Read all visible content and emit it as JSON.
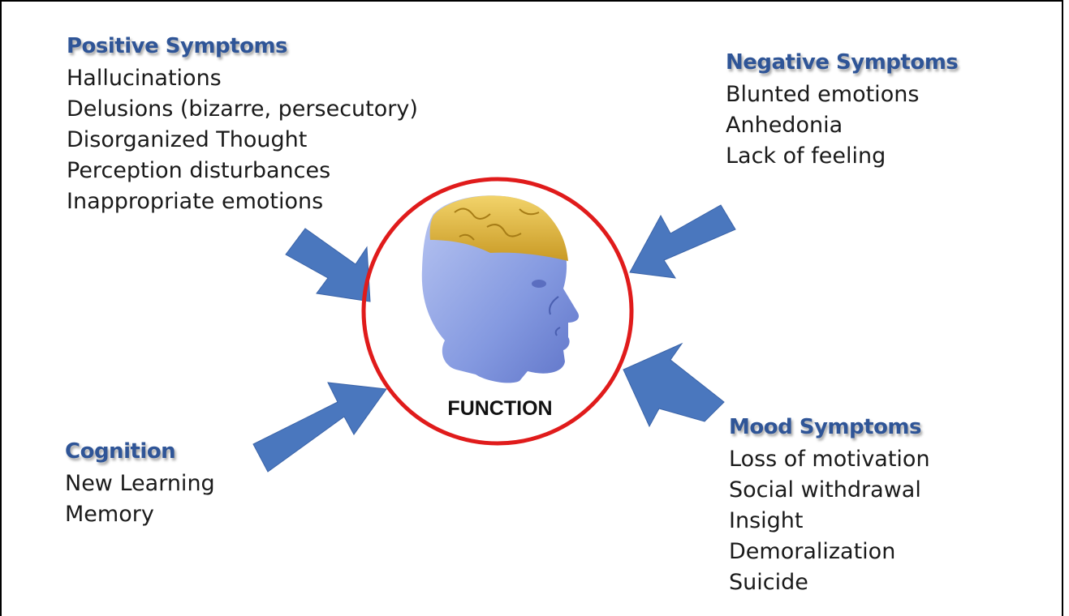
{
  "groups": {
    "positive": {
      "title": "Positive Symptoms",
      "items": [
        "Hallucinations",
        "Delusions (bizarre, persecutory)",
        "Disorganized Thought",
        "Perception disturbances",
        "Inappropriate emotions"
      ]
    },
    "negative": {
      "title": "Negative Symptoms",
      "items": [
        "Blunted emotions",
        "Anhedonia",
        "Lack of feeling"
      ]
    },
    "cognition": {
      "title": "Cognition",
      "items": [
        "New Learning",
        "Memory"
      ]
    },
    "mood": {
      "title": "Mood Symptoms",
      "items": [
        "Loss of motivation",
        "Social withdrawal",
        "Insight",
        "Demoralization",
        "Suicide"
      ]
    }
  },
  "center": {
    "label": "FUNCTION",
    "icon": "head-puzzle-icon"
  },
  "colors": {
    "heading": "#2f5597",
    "arrow": "#4a77be",
    "ring": "#e01b1b",
    "brain": "#d8b13a",
    "face": "#8fa4e6"
  }
}
